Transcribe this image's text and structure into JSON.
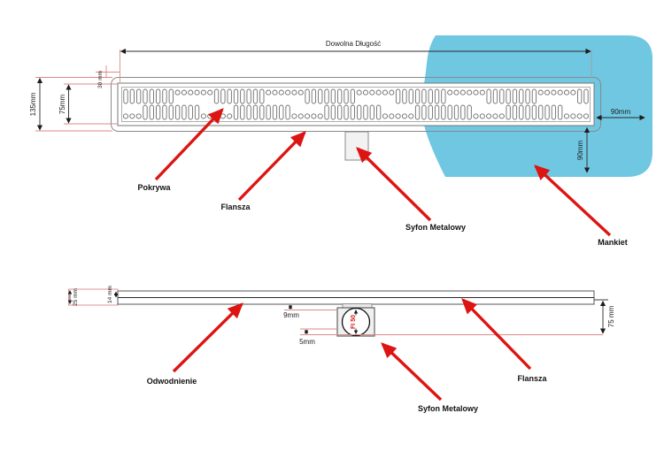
{
  "diagram": {
    "length_dim": "Dowolna Długość",
    "top_view": {
      "dim_135": "135mm",
      "dim_75": "75mm",
      "dim_30": "30 mm",
      "dim_90_horizontal": "90mm",
      "dim_90_vertical": "90mm",
      "label_cover": "Pokrywa",
      "label_flange": "Flansza",
      "label_siphon": "Syfon Metalowy",
      "label_sleeve": "Mankiet"
    },
    "side_view": {
      "dim_25": "25 mm",
      "dim_14": "14 mm",
      "dim_9": "9mm",
      "dim_5": "5mm",
      "dim_75": "75 mm",
      "dim_fi50": "FI 50",
      "label_drainage": "Odwodnienie",
      "label_siphon": "Syfon Metalowy",
      "label_flange": "Flansza"
    },
    "colors": {
      "membrane_blue": "#6fc7e1",
      "arrow_red": "#dd1512",
      "extension_pink": "#dd8888"
    }
  }
}
